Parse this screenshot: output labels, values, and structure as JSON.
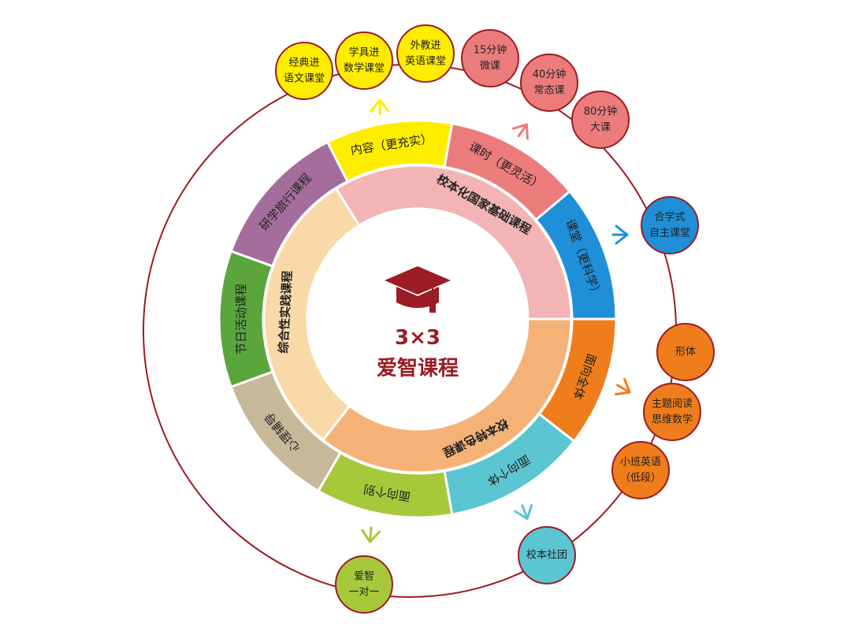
{
  "center": {
    "number": "3×3",
    "title": "爱智课程",
    "icon": "graduation-cap-icon",
    "color": "#9b1c24"
  },
  "inner_ring": [
    {
      "id": "national",
      "label": "校本化国家基础课程",
      "color": "#f2b4b4"
    },
    {
      "id": "featured",
      "label": "校本特色课程",
      "color": "#f5b277"
    },
    {
      "id": "practice",
      "label": "综合性实践课程",
      "color": "#f9d9a8"
    }
  ],
  "outer_ring": [
    {
      "id": "content",
      "label": "内容（更充实）",
      "color": "#ffed00"
    },
    {
      "id": "duration",
      "label": "课时（更灵活）",
      "color": "#ec7c7c"
    },
    {
      "id": "classroom",
      "label": "课堂（更科学）",
      "color": "#1f8fd8"
    },
    {
      "id": "all",
      "label": "面向全体",
      "color": "#ef7d1b"
    },
    {
      "id": "group",
      "label": "面向个体",
      "color": "#5bc5d1"
    },
    {
      "id": "individual",
      "label": "面向个别",
      "color": "#a7c83a"
    },
    {
      "id": "psych",
      "label": "心理辅导",
      "color": "#c7b89a"
    },
    {
      "id": "festival",
      "label": "节日活动课程",
      "color": "#5aa63d"
    },
    {
      "id": "study",
      "label": "研学旅行课程",
      "color": "#a46d9b"
    }
  ],
  "nodes": [
    {
      "lines": [
        "经典进",
        "语文课堂"
      ],
      "color": "#ffed00"
    },
    {
      "lines": [
        "学具进",
        "数学课堂"
      ],
      "color": "#ffed00"
    },
    {
      "lines": [
        "外教进",
        "英语课堂"
      ],
      "color": "#ffed00"
    },
    {
      "lines": [
        "15分钟",
        "微课"
      ],
      "color": "#ec7c7c"
    },
    {
      "lines": [
        "40分钟",
        "常态课"
      ],
      "color": "#ec7c7c"
    },
    {
      "lines": [
        "80分钟",
        "大课"
      ],
      "color": "#ec7c7c"
    },
    {
      "lines": [
        "合学式",
        "自主课堂"
      ],
      "color": "#1f8fd8"
    },
    {
      "lines": [
        "形体"
      ],
      "color": "#ef7d1b"
    },
    {
      "lines": [
        "主题阅读",
        "思维数学"
      ],
      "color": "#ef7d1b"
    },
    {
      "lines": [
        "小班英语",
        "（低段）"
      ],
      "color": "#ef7d1b"
    },
    {
      "lines": [
        "校本社团"
      ],
      "color": "#5bc5d1"
    },
    {
      "lines": [
        "爱智",
        "一对一"
      ],
      "color": "#a7c83a"
    }
  ],
  "colors": {
    "orbit": "#9b1c24",
    "node_border": "#9b1c24",
    "background": "#ffffff"
  }
}
